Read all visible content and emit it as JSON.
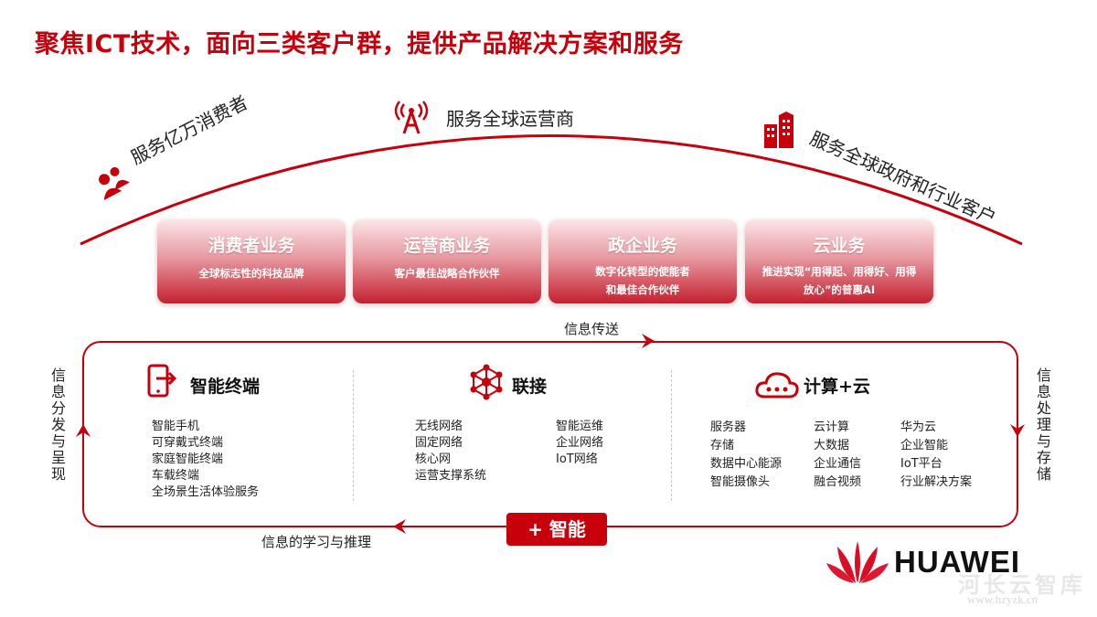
{
  "page": {
    "title": "聚焦ICT技术，面向三类客户群，提供产品解决方案和服务",
    "accent_color": "#c7000b"
  },
  "customers": {
    "consumers": {
      "label": "服务亿万消费者",
      "icon": "people-icon"
    },
    "carriers": {
      "label": "服务全球运营商",
      "icon": "antenna-icon"
    },
    "enterprise": {
      "label": "服务全球政府和行业客户",
      "icon": "buildings-icon"
    }
  },
  "businesses": [
    {
      "title": "消费者业务",
      "lines": [
        "全球标志性的科技品牌"
      ]
    },
    {
      "title": "运营商业务",
      "lines": [
        "客户最佳战略合作伙伴"
      ]
    },
    {
      "title": "政企业务",
      "lines": [
        "数字化转型的使能者",
        "和最佳合作伙伴"
      ]
    },
    {
      "title": "云业务",
      "lines": [
        "推进实现“用得起、用得好、用得",
        "放心”的普惠AI"
      ]
    }
  ],
  "flow": {
    "top": "信息传送",
    "right": "信息处理与存储",
    "bottom": "信息的学习与推理",
    "left": "信息分发与呈现",
    "center_badge": "+ 智能"
  },
  "sections": {
    "terminal": {
      "title": "智能终端",
      "icon": "phone-export-icon",
      "items": [
        "智能手机",
        "可穿戴式终端",
        "家庭智能终端",
        "车载终端",
        "全场景生活体验服务"
      ]
    },
    "connect": {
      "title": "联接",
      "icon": "network-icon",
      "col1": [
        "无线网络",
        "固定网络",
        "核心网",
        "运营支撑系统"
      ],
      "col2": [
        "智能运维",
        "企业网络",
        "IoT网络"
      ]
    },
    "compute": {
      "title": "计算+云",
      "icon": "cloud-icon",
      "col1": [
        "服务器",
        "存储",
        "数据中心能源",
        "智能摄像头"
      ],
      "col2": [
        "云计算",
        "大数据",
        "企业通信",
        "融合视频"
      ],
      "col3": [
        "华为云",
        "企业智能",
        "IoT平台",
        "行业解决方案"
      ]
    }
  },
  "brand": {
    "name": "HUAWEI",
    "logo_icon": "huawei-petal-icon",
    "watermark_cn": "河长云智库",
    "watermark_url": "www.hzyzk.cn"
  }
}
